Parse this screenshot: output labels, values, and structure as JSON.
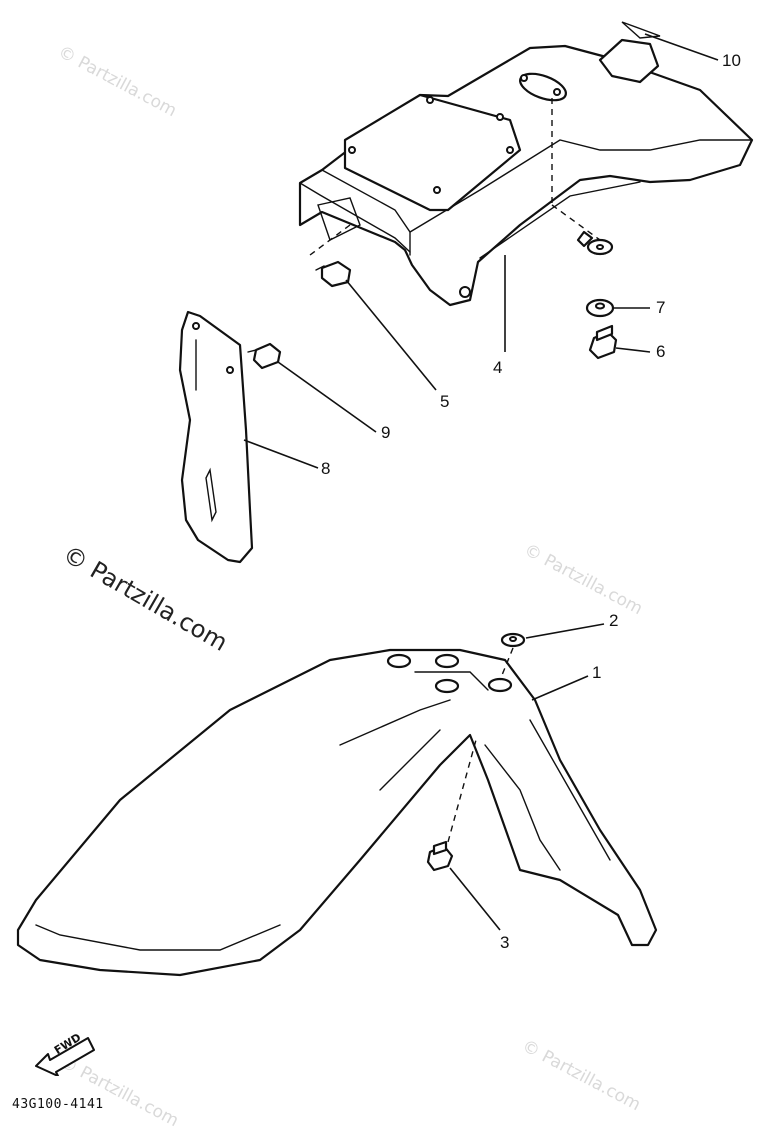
{
  "watermarks": {
    "site": "© Partzilla.com"
  },
  "callouts": {
    "c1": "1",
    "c2": "2",
    "c3": "3",
    "c4": "4",
    "c5": "5",
    "c6": "6",
    "c7": "7",
    "c8": "8",
    "c9": "9",
    "c10": "10"
  },
  "fwd_label": "FWD",
  "drawing_number": "43G100-4141"
}
